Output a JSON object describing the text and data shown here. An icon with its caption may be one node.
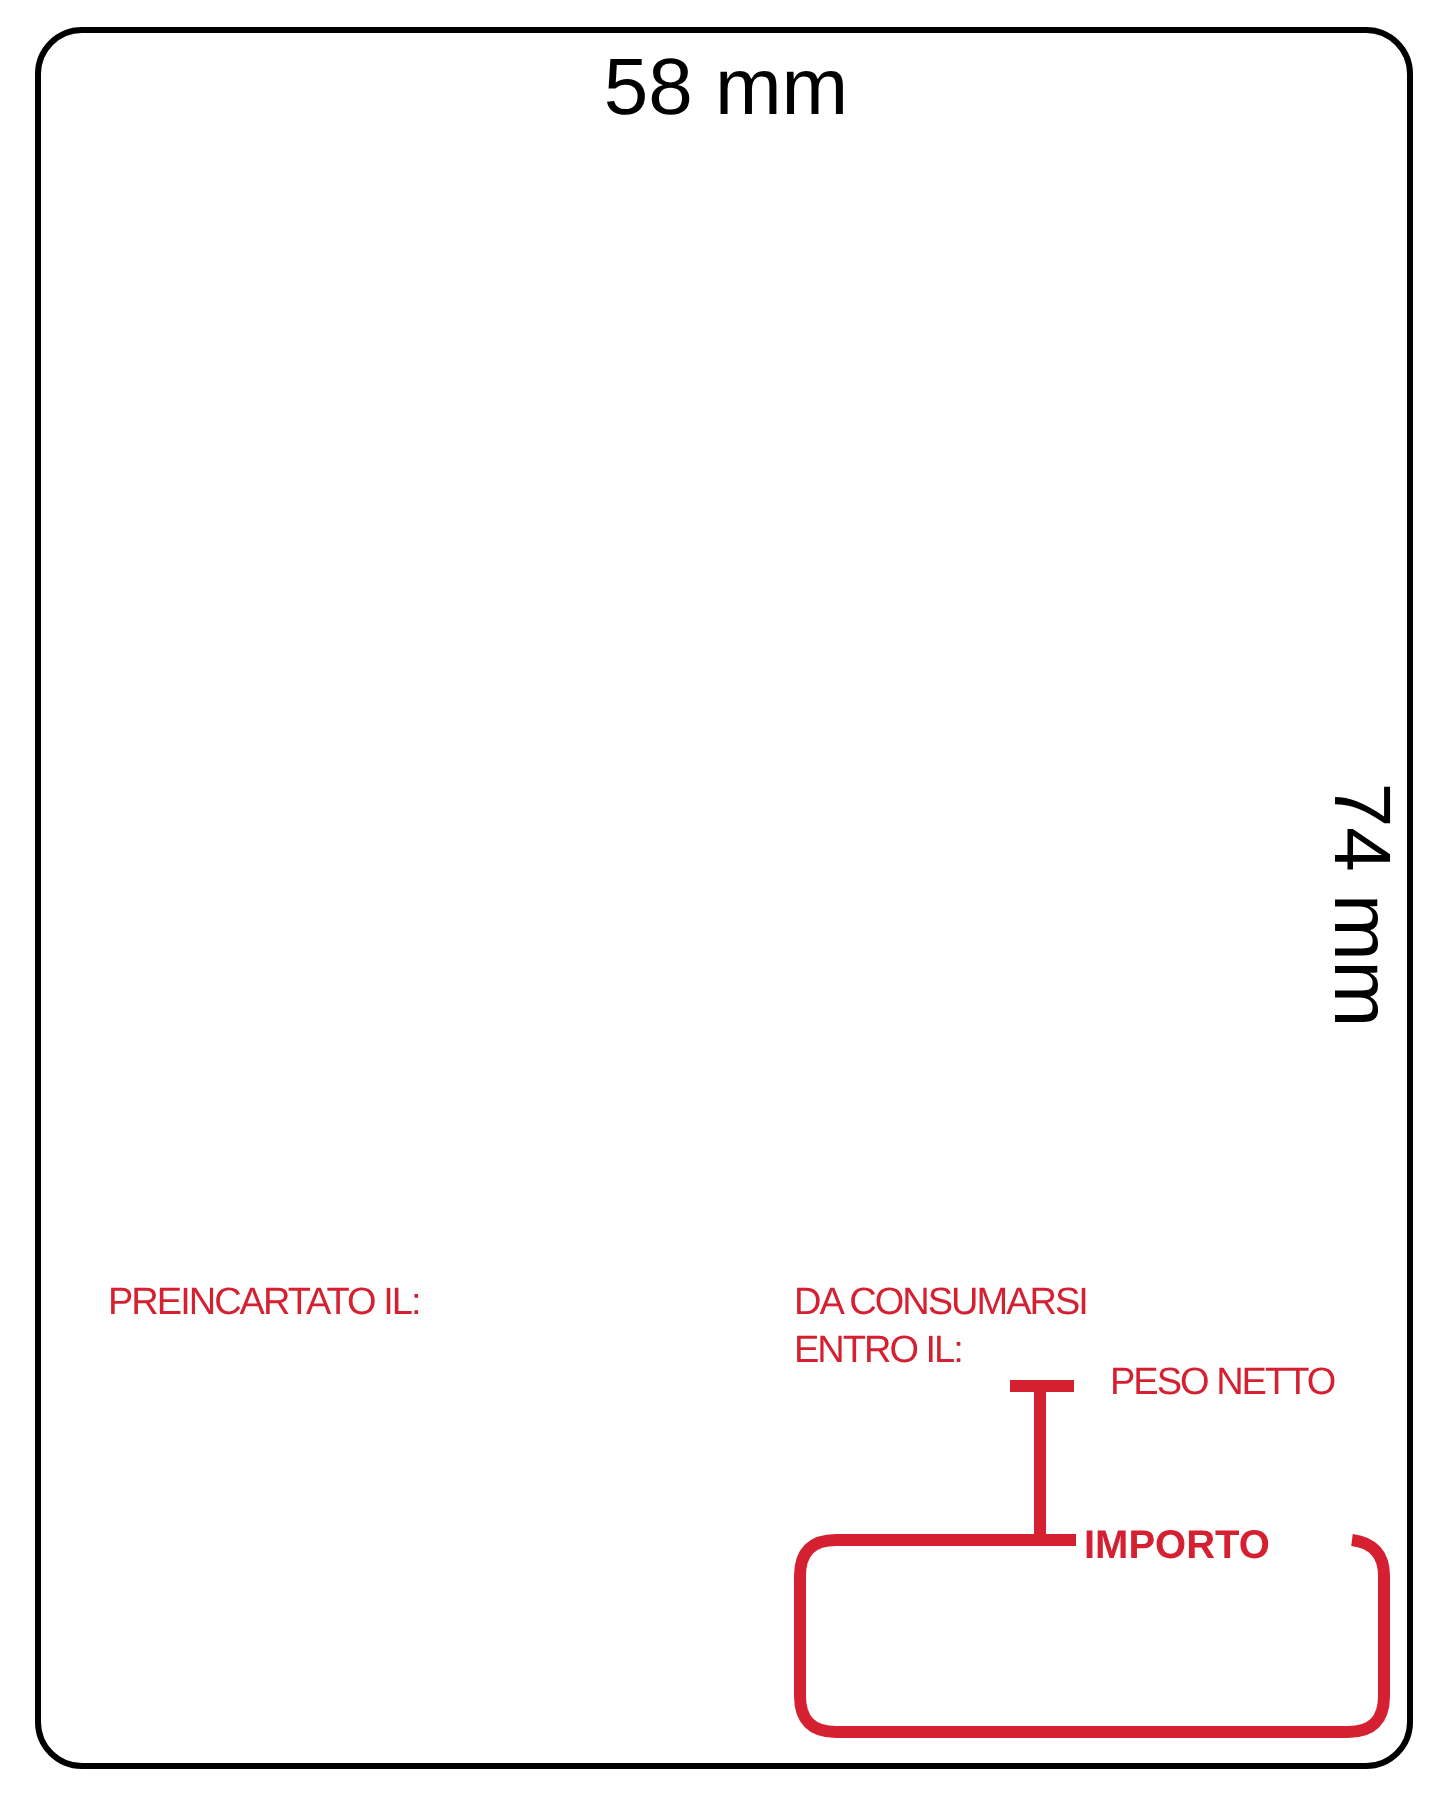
{
  "diagram": {
    "nodes": [
      {
        "text": [
          "IMPORTO"
        ]
      }
    ],
    "edges": [],
    "labels": [
      "58 mm",
      "74 mm",
      "PREINCARTATO IL:",
      "DA CONSUMARSI ENTRO IL:",
      "PESO NETTO"
    ]
  }
}
